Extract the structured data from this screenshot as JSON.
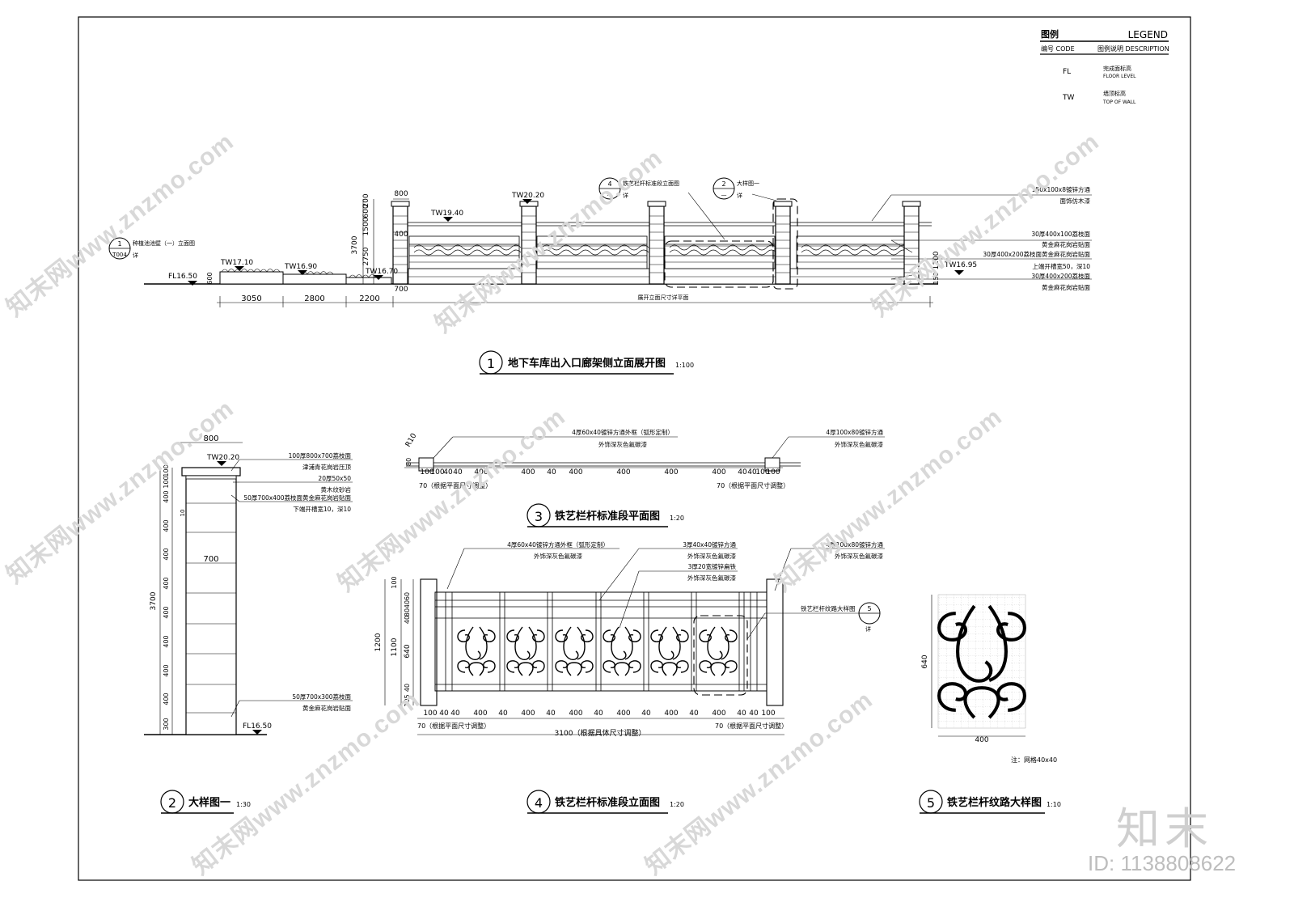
{
  "legend": {
    "title_cn": "图例",
    "title_en": "LEGEND",
    "code_header": "编号 CODE",
    "desc_header": "图例说明 DESCRIPTION",
    "items": [
      {
        "code": "FL",
        "desc_cn": "完成面标高",
        "desc_en": "FLOOR LEVEL"
      },
      {
        "code": "TW",
        "desc_cn": "墙顶标高",
        "desc_en": "TOP OF WALL"
      }
    ]
  },
  "drawing1": {
    "num": "1",
    "title": "地下车库出入口廊架侧立面展开图",
    "scale": "1:100",
    "levels": [
      "FL16.50",
      "TW17.10",
      "TW16.90",
      "TW16.70",
      "TW19.40",
      "TW20.20",
      "TW16.95"
    ],
    "dims_bottom": [
      "3050",
      "2800",
      "2200",
      "展开立面尺寸详平面"
    ],
    "dims_pier": [
      "800",
      "400",
      "700"
    ],
    "dims_vert": [
      "3700",
      "2750",
      "1500",
      "600",
      "200",
      "600",
      "150",
      "1100"
    ],
    "ref_bubbles": [
      {
        "num": "1",
        "sheet": "T004",
        "label": "种植池池壁（一）立面图",
        "suffix": "详"
      },
      {
        "num": "4",
        "sheet": "—",
        "label": "铁艺栏杆标准段立面图",
        "suffix": "详"
      },
      {
        "num": "2",
        "sheet": "—",
        "label": "大样图一",
        "suffix": "详"
      }
    ],
    "notes": [
      "150x100x8镀锌方通",
      "面饰仿木漆",
      "30厚400x100荔枝面",
      "黄金麻花岗岩贴面",
      "30厚400x200荔枝面黄金麻花岗岩贴面",
      "上端开槽宽50，深10",
      "30厚400x200荔枝面",
      "黄金麻花岗岩贴面"
    ]
  },
  "drawing2": {
    "num": "2",
    "title": "大样图一",
    "scale": "1:30",
    "dims_top": [
      "800",
      "700"
    ],
    "dims_vert": [
      "3700",
      "100",
      "100",
      "400",
      "400",
      "400",
      "400",
      "400",
      "400",
      "400",
      "400",
      "300",
      "10"
    ],
    "levels": [
      "TW20.20",
      "FL16.50"
    ],
    "notes": [
      "100厚800x700荔枝面",
      "津浦青花岗岩压顶",
      "20厚50x50",
      "黄木纹砂岩",
      "50厚700x400荔枝面黄金麻花岗岩贴面",
      "下端开槽宽10，深10",
      "50厚700x300荔枝面",
      "黄金麻花岗岩贴面"
    ]
  },
  "drawing3": {
    "num": "3",
    "title": "铁艺栏杆标准段平面图",
    "scale": "1:20",
    "radius": "R10",
    "dims": [
      "80",
      "100",
      "100",
      "40",
      "40",
      "400",
      "400",
      "40",
      "400",
      "400",
      "400",
      "400",
      "40",
      "40",
      "100",
      "100"
    ],
    "adj_left": "70（根据平面尺寸调整）",
    "adj_right": "70（根据平面尺寸调整）",
    "notes": [
      "4厚60x40镀锌方通外框（弧形定制）",
      "外饰深灰色氟碳漆",
      "4厚100x80镀锌方通",
      "外饰深灰色氟碳漆"
    ]
  },
  "drawing4": {
    "num": "4",
    "title": "铁艺栏杆标准段立面图",
    "scale": "1:20",
    "dims_vert": [
      "1200",
      "100",
      "60",
      "40",
      "80",
      "40",
      "1100",
      "640",
      "40",
      "105"
    ],
    "dims_bottom": [
      "100",
      "40",
      "40",
      "400",
      "40",
      "400",
      "40",
      "400",
      "40",
      "400",
      "40",
      "400",
      "40",
      "400",
      "40",
      "40",
      "100"
    ],
    "adj_left": "70（根据平面尺寸调整）",
    "adj_right": "70（根据平面尺寸调整）",
    "total": "3100（根据具体尺寸调整）",
    "detail_ref": {
      "label": "铁艺栏杆纹路大样图",
      "num": "5",
      "suffix": "详"
    },
    "notes": [
      "4厚60x40镀锌方通外框（弧形定制）",
      "外饰深灰色氟碳漆",
      "3厚40x40镀锌方通",
      "外饰深灰色氟碳漆",
      "3厚20宽镀锌扁铁",
      "外饰深灰色氟碳漆",
      "4厚100x80镀锌方通",
      "外饰深灰色氟碳漆"
    ]
  },
  "drawing5": {
    "num": "5",
    "title": "铁艺栏杆纹路大样图",
    "scale": "1:10",
    "dims": [
      "640",
      "400"
    ],
    "note": "注：网格40x40"
  },
  "watermark": {
    "text": "知末网www.znzmo.com",
    "brand": "知末",
    "id": "ID: 1138808622"
  }
}
